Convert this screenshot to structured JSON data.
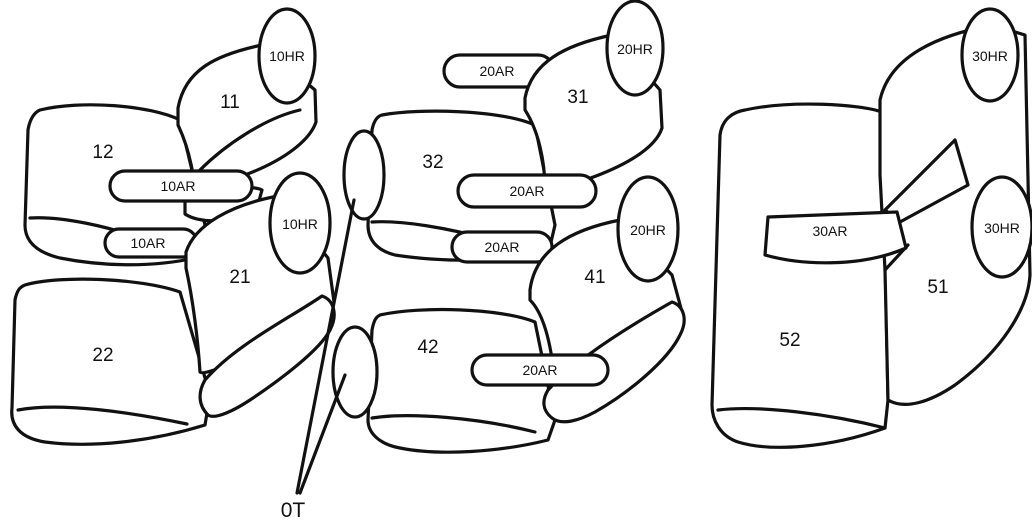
{
  "labels": {
    "s11": "11",
    "s12": "12",
    "s21": "21",
    "s22": "22",
    "s31": "31",
    "s32": "32",
    "s41": "41",
    "s42": "42",
    "s51": "51",
    "s52": "52",
    "hr10": "10HR",
    "hr20": "20HR",
    "hr30": "30HR",
    "ar10": "10AR",
    "ar20": "20AR",
    "ar30": "30AR",
    "ot": "0T"
  }
}
